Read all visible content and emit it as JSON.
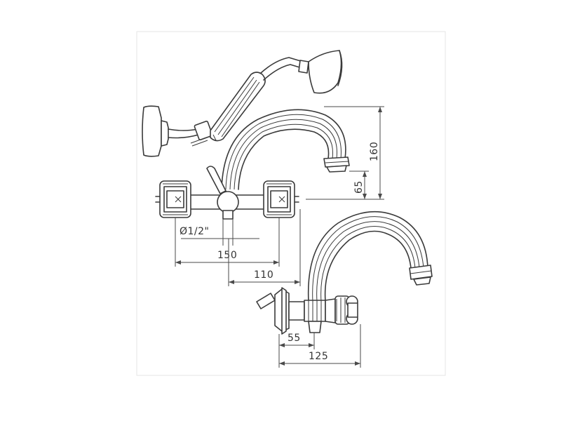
{
  "dimensions": {
    "height_total": "160",
    "height_spout": "65",
    "thread": "Ø1/2\"",
    "centers_outer": "150",
    "centers_inner": "110",
    "depth_wall": "55",
    "depth_total": "125"
  },
  "colors": {
    "line": "#3a3a3a",
    "dimension": "#4a4a4a",
    "background": "#ffffff"
  }
}
